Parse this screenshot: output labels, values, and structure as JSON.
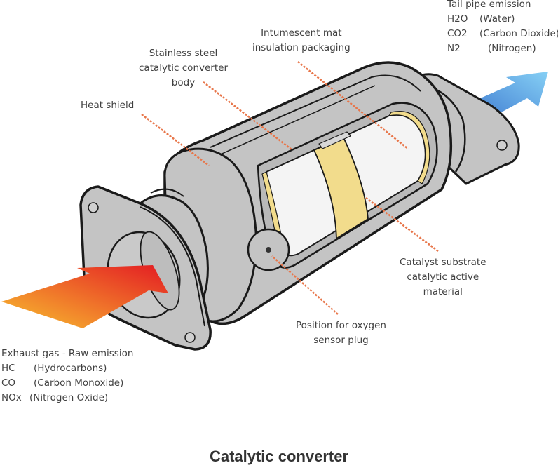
{
  "figure": {
    "caption": "Catalytic converter"
  },
  "labels": {
    "tailpipe": {
      "title": "Tail pipe emission",
      "items": [
        {
          "formula": "H2O",
          "name": "(Water)"
        },
        {
          "formula": "CO2",
          "name": "(Carbon Dioxide)"
        },
        {
          "formula": "N2",
          "name": "(Nitrogen)"
        }
      ]
    },
    "intumescent_mat": [
      "Intumescent mat",
      "insulation packaging"
    ],
    "stainless_body": [
      "Stainless steel",
      "catalytic converter",
      "body"
    ],
    "heat_shield": [
      "Heat shield"
    ],
    "catalyst_substrate": [
      "Catalyst substrate",
      "catalytic active",
      "material"
    ],
    "oxygen_sensor": [
      "Position for oxygen",
      "sensor plug"
    ],
    "exhaust": {
      "title": "Exhaust gas - Raw emission",
      "items": [
        {
          "formula": "HC",
          "name": "(Hydrocarbons)"
        },
        {
          "formula": "CO",
          "name": "(Carbon Monoxide)"
        },
        {
          "formula": "NOx",
          "name": "(Nitrogen Oxide)"
        }
      ]
    }
  },
  "colors": {
    "body_gray": "#c4c4c4",
    "outline": "#1a1a1a",
    "substrate_white": "#f4f4f4",
    "catalyst_yellow": "#f2dc8c",
    "leader_line": "#e8764a",
    "inlet_arrow_start": "#f7b92e",
    "inlet_arrow_end": "#e31b23",
    "outlet_arrow_start": "#2f6fd0",
    "outlet_arrow_end": "#7cc8f2"
  }
}
